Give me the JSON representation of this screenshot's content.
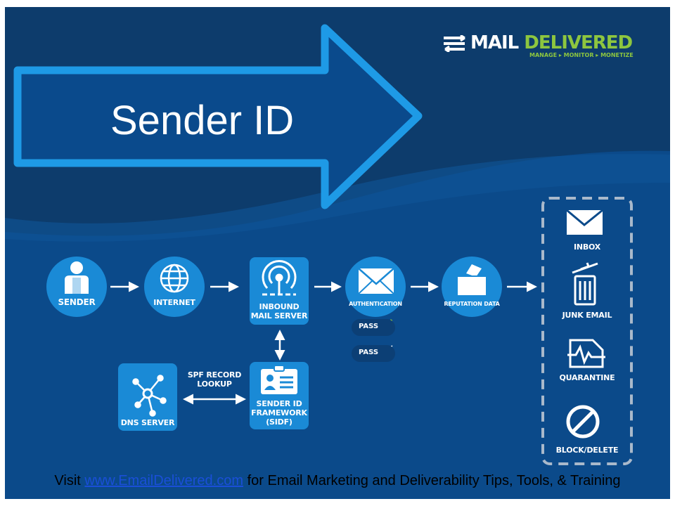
{
  "title": "Sender ID",
  "logo": {
    "main_white": "MAIL ",
    "main_green": "DELIVERED",
    "tagline": "MANAGE ▸ MONITOR ▸ MONETIZE"
  },
  "nodes": {
    "sender": "SENDER",
    "internet": "INTERNET",
    "inbound_line1": "INBOUND",
    "inbound_line2": "MAIL SERVER",
    "authentication": "AUTHENTICATION",
    "reputation": "REPUTATION DATA",
    "dns_server": "DNS SERVER",
    "sidf_line1": "SENDER ID",
    "sidf_line2": "FRAMEWORK",
    "sidf_line3": "(SIDF)",
    "spf_line1": "SPF RECORD",
    "spf_line2": "LOOKUP"
  },
  "checks": [
    "PASS",
    "PASS"
  ],
  "outcomes": [
    "INBOX",
    "JUNK EMAIL",
    "QUARANTINE",
    "BLOCK/DELETE"
  ],
  "footer": {
    "prefix": "Visit ",
    "link": "www.EmailDelivered.com",
    "suffix": " for Email Marketing and Deliverability Tips, Tools, & Training"
  },
  "colors": {
    "background": "#0b4a8a",
    "node_fill": "#1a8ad6",
    "arrow_outline": "#1e9ae6",
    "brand_green": "#8dc63f"
  }
}
